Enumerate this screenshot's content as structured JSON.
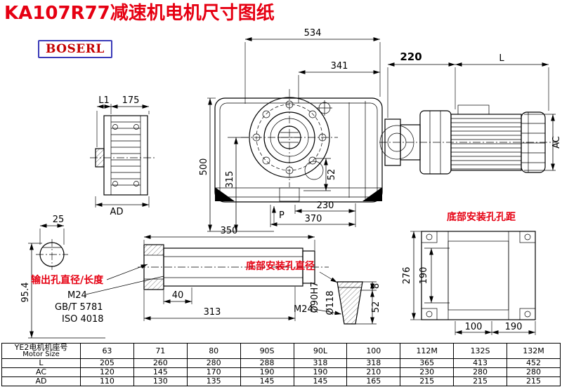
{
  "title": "KA107R77减速机电机尺寸图纸",
  "logo": "BOSERL",
  "colors": {
    "accent_red": "#e60012",
    "logo_border": "#3a3ab8",
    "line": "#000000"
  },
  "annotations": {
    "output_hole": "输出孔直径/长度",
    "bottom_hole_dia": "底部安装孔直径",
    "bottom_hole_pitch": "底部安装孔孔距",
    "thread_spec": "M24",
    "standard_gb": "GB/T 5781",
    "standard_iso": "ISO 4018",
    "p_label": "P"
  },
  "dims": {
    "main": {
      "w534": "534",
      "w341": "341",
      "h500": "500",
      "h315": "315",
      "d52": "52",
      "w230": "230",
      "w370": "370"
    },
    "motor": {
      "w220": "220",
      "L": "L",
      "AC": "AC"
    },
    "side": {
      "L1": "L1",
      "w175": "175",
      "AD": "AD"
    },
    "shaft_end": {
      "w25": "25",
      "h954": "95.4"
    },
    "shaft": {
      "w350": "350",
      "w40": "40",
      "w313": "313",
      "d90": "Ø90H7",
      "d118": "Ø118"
    },
    "cone": {
      "m24": "M24",
      "d8": "8",
      "d52": "52"
    },
    "mount": {
      "h276": "276",
      "v190": "190",
      "w100": "100",
      "w190": "190"
    }
  },
  "table": {
    "row_header_cn": "YE2电机机座号",
    "row_header_en": "Motor Size",
    "sizes": [
      "63",
      "71",
      "80",
      "90S",
      "90L",
      "100",
      "112M",
      "132S",
      "132M"
    ],
    "rows": [
      {
        "label": "L",
        "values": [
          "205",
          "260",
          "280",
          "288",
          "318",
          "318",
          "365",
          "413",
          "452"
        ]
      },
      {
        "label": "AC",
        "values": [
          "120",
          "145",
          "170",
          "190",
          "190",
          "210",
          "230",
          "280",
          "280"
        ]
      },
      {
        "label": "AD",
        "values": [
          "110",
          "130",
          "135",
          "145",
          "145",
          "165",
          "215",
          "215",
          "215"
        ]
      }
    ]
  }
}
